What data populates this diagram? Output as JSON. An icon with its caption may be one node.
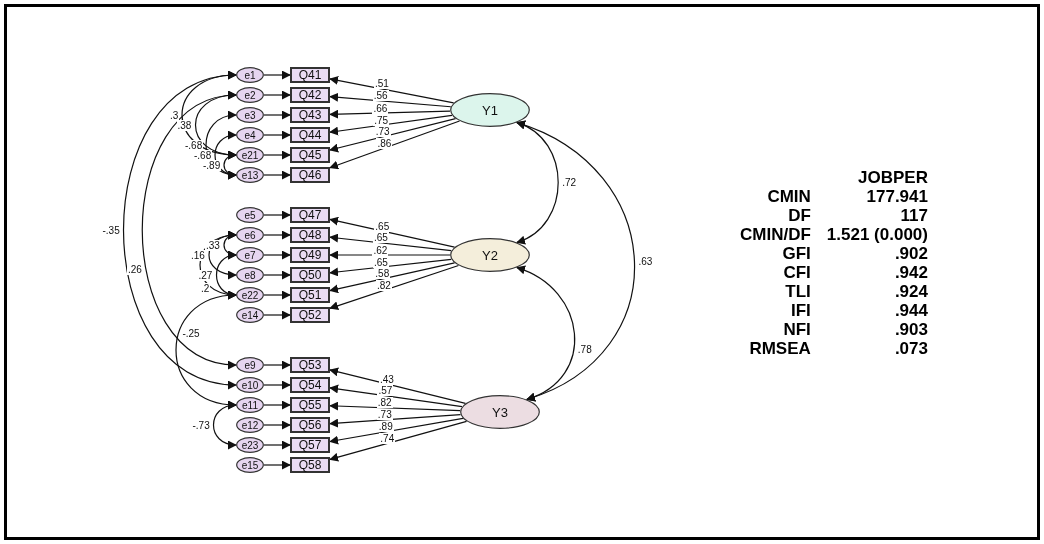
{
  "diagram": {
    "nodes": [
      {
        "text": [
          "e1"
        ]
      },
      {
        "text": [
          "Q41"
        ]
      },
      {
        "text": [
          "e2"
        ]
      },
      {
        "text": [
          "Q42"
        ]
      },
      {
        "text": [
          "e3"
        ]
      },
      {
        "text": [
          "Q43"
        ]
      },
      {
        "text": [
          "e4"
        ]
      },
      {
        "text": [
          "Q44"
        ]
      },
      {
        "text": [
          "e21"
        ]
      },
      {
        "text": [
          "Q45"
        ]
      },
      {
        "text": [
          "e13"
        ]
      },
      {
        "text": [
          "Q46"
        ]
      },
      {
        "text": [
          "Y1"
        ]
      },
      {
        "text": [
          "e5"
        ]
      },
      {
        "text": [
          "Q47"
        ]
      },
      {
        "text": [
          "e6"
        ]
      },
      {
        "text": [
          "Q48"
        ]
      },
      {
        "text": [
          "e7"
        ]
      },
      {
        "text": [
          "Q49"
        ]
      },
      {
        "text": [
          "e8"
        ]
      },
      {
        "text": [
          "Q50"
        ]
      },
      {
        "text": [
          "e22"
        ]
      },
      {
        "text": [
          "Q51"
        ]
      },
      {
        "text": [
          "e14"
        ]
      },
      {
        "text": [
          "Q52"
        ]
      },
      {
        "text": [
          "Y2"
        ]
      },
      {
        "text": [
          "e9"
        ]
      },
      {
        "text": [
          "Q53"
        ]
      },
      {
        "text": [
          "e10"
        ]
      },
      {
        "text": [
          "Q54"
        ]
      },
      {
        "text": [
          "e11"
        ]
      },
      {
        "text": [
          "Q55"
        ]
      },
      {
        "text": [
          "e12"
        ]
      },
      {
        "text": [
          "Q56"
        ]
      },
      {
        "text": [
          "e23"
        ]
      },
      {
        "text": [
          "Q57"
        ]
      },
      {
        "text": [
          "e15"
        ]
      },
      {
        "text": [
          "Q58"
        ]
      },
      {
        "text": [
          "Y3"
        ]
      }
    ],
    "edges": [
      {
        "from": 12,
        "to": 1,
        "arrow": "to",
        "label": ".51"
      },
      {
        "from": 12,
        "to": 3,
        "arrow": "to",
        "label": ".56"
      },
      {
        "from": 12,
        "to": 5,
        "arrow": "to",
        "label": ".66"
      },
      {
        "from": 12,
        "to": 7,
        "arrow": "to",
        "label": ".75"
      },
      {
        "from": 12,
        "to": 9,
        "arrow": "to",
        "label": ".73"
      },
      {
        "from": 12,
        "to": 11,
        "arrow": "to",
        "label": ".86"
      },
      {
        "from": 25,
        "to": 14,
        "arrow": "to",
        "label": ".65"
      },
      {
        "from": 25,
        "to": 16,
        "arrow": "to",
        "label": ".65"
      },
      {
        "from": 25,
        "to": 18,
        "arrow": "to",
        "label": ".62"
      },
      {
        "from": 25,
        "to": 20,
        "arrow": "to",
        "label": ".65"
      },
      {
        "from": 25,
        "to": 22,
        "arrow": "to",
        "label": ".58"
      },
      {
        "from": 25,
        "to": 24,
        "arrow": "to",
        "label": ".82"
      },
      {
        "from": 38,
        "to": 27,
        "arrow": "to",
        "label": ".43"
      },
      {
        "from": 38,
        "to": 29,
        "arrow": "to",
        "label": ".57"
      },
      {
        "from": 38,
        "to": 31,
        "arrow": "to",
        "label": ".82"
      },
      {
        "from": 38,
        "to": 33,
        "arrow": "to",
        "label": ".73"
      },
      {
        "from": 38,
        "to": 35,
        "arrow": "to",
        "label": ".89"
      },
      {
        "from": 38,
        "to": 37,
        "arrow": "to",
        "label": ".74"
      },
      {
        "from": 0,
        "to": 1,
        "arrow": "to"
      },
      {
        "from": 2,
        "to": 3,
        "arrow": "to"
      },
      {
        "from": 4,
        "to": 5,
        "arrow": "to"
      },
      {
        "from": 6,
        "to": 7,
        "arrow": "to"
      },
      {
        "from": 8,
        "to": 9,
        "arrow": "to"
      },
      {
        "from": 10,
        "to": 11,
        "arrow": "to"
      },
      {
        "from": 13,
        "to": 14,
        "arrow": "to"
      },
      {
        "from": 15,
        "to": 16,
        "arrow": "to"
      },
      {
        "from": 17,
        "to": 18,
        "arrow": "to"
      },
      {
        "from": 19,
        "to": 20,
        "arrow": "to"
      },
      {
        "from": 21,
        "to": 22,
        "arrow": "to"
      },
      {
        "from": 23,
        "to": 24,
        "arrow": "to"
      },
      {
        "from": 26,
        "to": 27,
        "arrow": "to"
      },
      {
        "from": 28,
        "to": 29,
        "arrow": "to"
      },
      {
        "from": 30,
        "to": 31,
        "arrow": "to"
      },
      {
        "from": 32,
        "to": 33,
        "arrow": "to"
      },
      {
        "from": 34,
        "to": 35,
        "arrow": "to"
      },
      {
        "from": 36,
        "to": 37,
        "arrow": "to"
      },
      {
        "from": 12,
        "to": 25,
        "arrow": "both",
        "label": ".72"
      },
      {
        "from": 12,
        "to": 38,
        "arrow": "both",
        "label": ".63"
      },
      {
        "from": 25,
        "to": 38,
        "arrow": "both",
        "label": ".78"
      },
      {
        "from": 0,
        "to": 8,
        "arrow": "both",
        "label": ".3"
      },
      {
        "from": 2,
        "to": 8,
        "arrow": "both",
        "label": ".38"
      },
      {
        "from": 4,
        "to": 10,
        "arrow": "both",
        "label": "-.68"
      },
      {
        "from": 6,
        "to": 10,
        "arrow": "both",
        "label": "-.68"
      },
      {
        "from": 8,
        "to": 10,
        "arrow": "both",
        "label": "-.89"
      },
      {
        "from": 15,
        "to": 17,
        "arrow": "both",
        "label": ".33"
      },
      {
        "from": 15,
        "to": 19,
        "arrow": "both",
        "label": ".16"
      },
      {
        "from": 17,
        "to": 21,
        "arrow": "both",
        "label": ".27"
      },
      {
        "from": 15,
        "to": 21,
        "arrow": "both",
        "label": ".2"
      },
      {
        "from": 0,
        "to": 28,
        "arrow": "both",
        "label": "-.35"
      },
      {
        "from": 2,
        "to": 26,
        "arrow": "both",
        "label": ".26"
      },
      {
        "from": 21,
        "to": 30,
        "arrow": "both",
        "label": "-.25"
      },
      {
        "from": 30,
        "to": 34,
        "arrow": "both",
        "label": "-.73"
      }
    ],
    "labels": [
      "JOBPER",
      "CMIN",
      "177.941",
      "DF",
      "117",
      "CMIN/DF",
      "1.521 (0.000)",
      "GFI",
      ".902",
      "CFI",
      ".942",
      "TLI",
      ".924",
      "IFI",
      ".944",
      "NFI",
      ".903",
      "RMSEA",
      ".073"
    ]
  }
}
